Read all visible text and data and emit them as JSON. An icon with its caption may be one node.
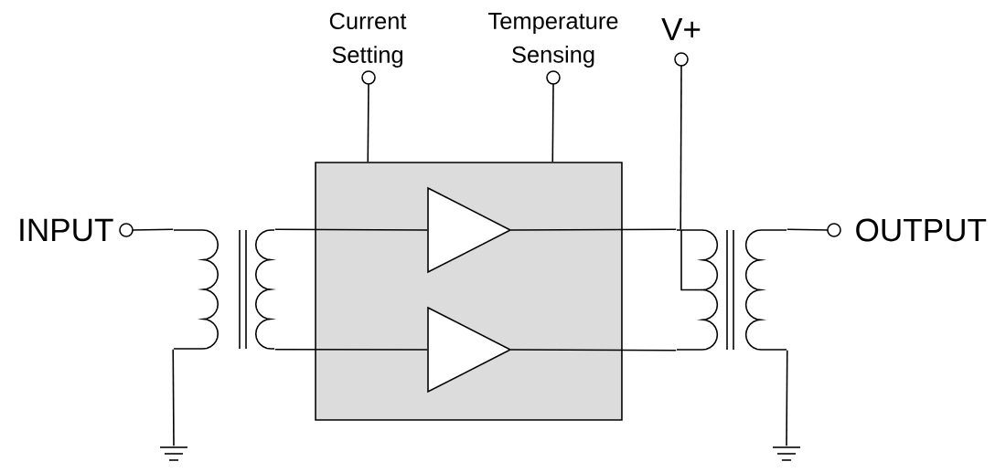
{
  "diagram": {
    "nodes": [
      {
        "text": [],
        "shape": "box"
      },
      {
        "text": [],
        "shape": "triangle",
        "in": 0
      },
      {
        "text": [],
        "shape": "triangle",
        "in": 0
      },
      {
        "text": [
          "INPUT"
        ]
      },
      {
        "text": [
          "OUTPUT"
        ]
      },
      {
        "text": [
          "Current Setting"
        ]
      },
      {
        "text": [
          "Temperature Sensing"
        ]
      },
      {
        "text": [
          "V+"
        ]
      },
      {
        "text": [],
        "shape": "transformer"
      },
      {
        "text": [],
        "shape": "transformer"
      },
      {
        "text": [],
        "shape": "ground"
      },
      {
        "text": [],
        "shape": "ground"
      }
    ],
    "edges": [
      {
        "from": 3,
        "to": 8,
        "arrow": "none"
      },
      {
        "from": 8,
        "to": 10,
        "arrow": "none"
      },
      {
        "from": 8,
        "to": 1,
        "arrow": "none"
      },
      {
        "from": 8,
        "to": 2,
        "arrow": "none"
      },
      {
        "from": 1,
        "to": 9,
        "arrow": "none"
      },
      {
        "from": 2,
        "to": 9,
        "arrow": "none"
      },
      {
        "from": 7,
        "to": 9,
        "arrow": "none"
      },
      {
        "from": 9,
        "to": 4,
        "arrow": "none"
      },
      {
        "from": 9,
        "to": 11,
        "arrow": "none"
      },
      {
        "from": 5,
        "to": 0,
        "arrow": "none"
      },
      {
        "from": 6,
        "to": 0,
        "arrow": "none"
      }
    ]
  }
}
